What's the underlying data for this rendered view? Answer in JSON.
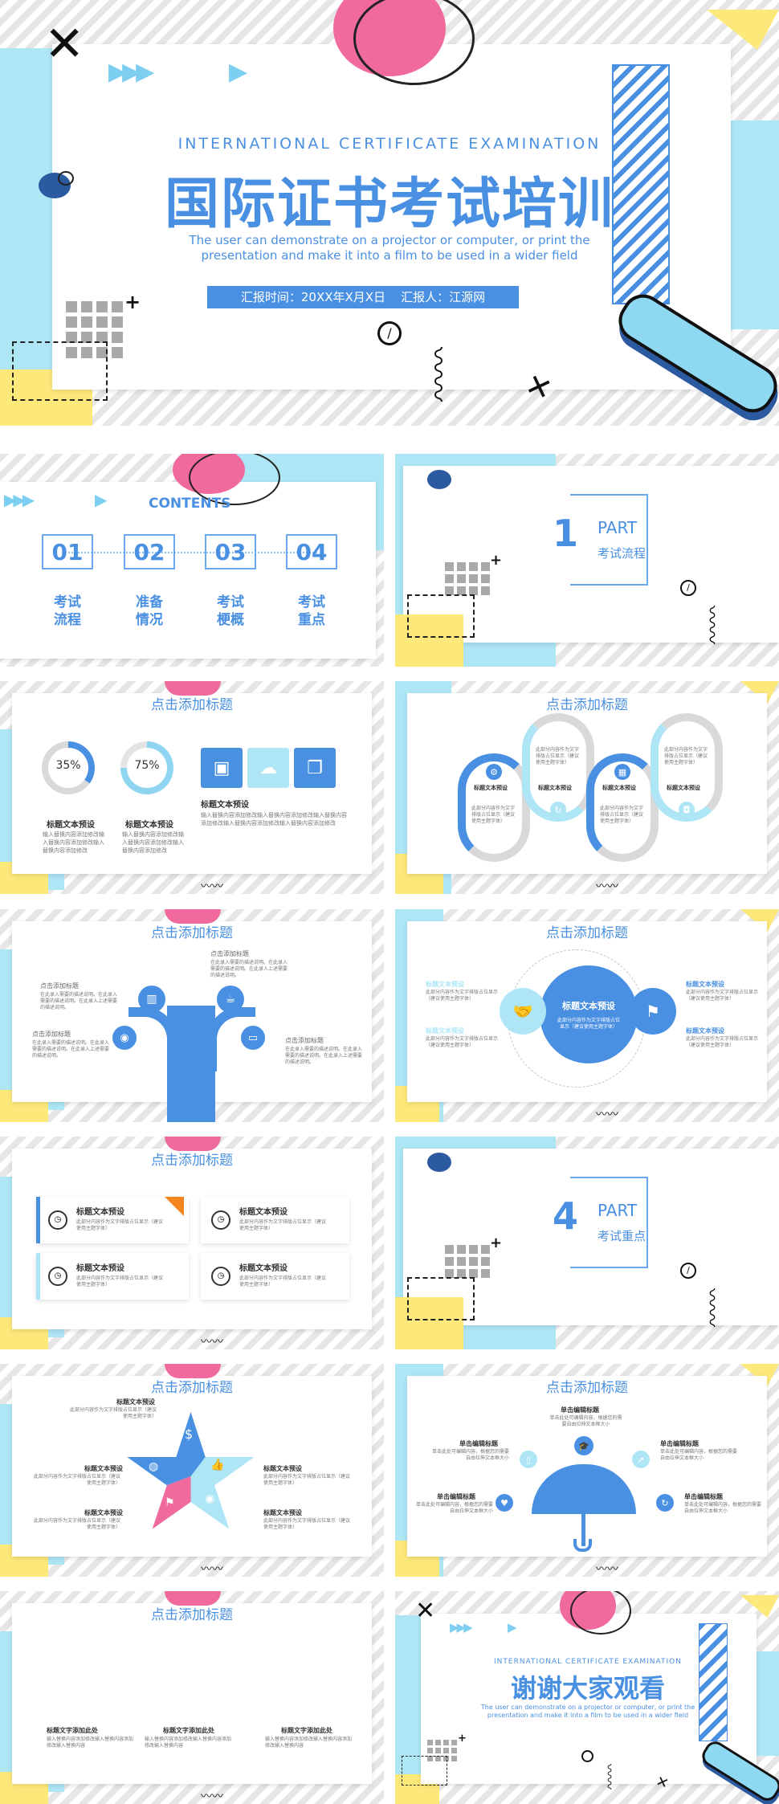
{
  "cover": {
    "subtitle_en": "INTERNATIONAL CERTIFICATE EXAMINATION",
    "title": "国际证书考试培训",
    "desc_line1": "The user can demonstrate on a projector or computer, or print the",
    "desc_line2": "presentation and make it into a film to be used in a wider field",
    "report_bar": "汇报时间：20XX年X月X日    汇报人：江源网"
  },
  "contents": {
    "heading": "CONTENTS",
    "items": [
      {
        "num": "01",
        "label_l1": "考试",
        "label_l2": "流程"
      },
      {
        "num": "02",
        "label_l1": "准备",
        "label_l2": "情况"
      },
      {
        "num": "03",
        "label_l1": "考试",
        "label_l2": "梗概"
      },
      {
        "num": "04",
        "label_l1": "考试",
        "label_l2": "重点"
      }
    ]
  },
  "part1": {
    "num": "1",
    "part": "PART",
    "name": "考试流程"
  },
  "part4": {
    "num": "4",
    "part": "PART",
    "name": "考试重点"
  },
  "slide_title": "点击添加标题",
  "slide3": {
    "pct1": "35%",
    "pct2": "75%",
    "item_title": "标题文本预设",
    "item_text": "输入替换内容添加修改输入替换内容添加修改输入替换内容添加修改",
    "right_title": "标题文本预设",
    "right_text": "输入替换内容添加修改输入替换内容添加修改输入替换内容添加修改输入替换内容添加修改输入替换内容添加修改"
  },
  "slide4": {
    "label": "标题文本预设",
    "text": "此部分内容作为文字排版占位显示（建议使用主题字体）"
  },
  "slide5": {
    "label": "点击添加标题",
    "text": "在此录入需要的描述说明。在此录入需要的描述说明。在此录入上述需要的描述说明。"
  },
  "slide6": {
    "center": "标题文本预设",
    "center_text": "此部分内容作为文字排版占位显示（建议使用主题字体）",
    "label": "标题文本预设",
    "text": "此部分内容作为文字排版占位显示（建议使用主题字体）"
  },
  "slide7": {
    "label": "标题文本预设",
    "text": "此部分内容作为文字排版占位显示（建议使用主题字体）"
  },
  "slide9": {
    "label": "标题文本预设",
    "text": "此部分内容作为文字排版占位显示（建议使用主题字体）"
  },
  "slide10": {
    "label": "单击编辑标题",
    "text": "单击此处可编辑内容，根据您的需要自由拉伸文本框大小"
  },
  "slide11": {
    "label": "标题文字添加此处",
    "text": "输入替换内容添加修改输入替换内容添加修改输入替换内容"
  },
  "end": {
    "subtitle_en": "INTERNATIONAL CERTIFICATE EXAMINATION",
    "title": "谢谢大家观看",
    "desc_line1": "The user can demonstrate on a projector or computer, or print the",
    "desc_line2": "presentation and make it into a film to be used in a wider field"
  },
  "colors": {
    "blue": "#4a90e2",
    "light_blue": "#aee6f6",
    "pink": "#f06a9e",
    "yellow": "#fde97a"
  }
}
